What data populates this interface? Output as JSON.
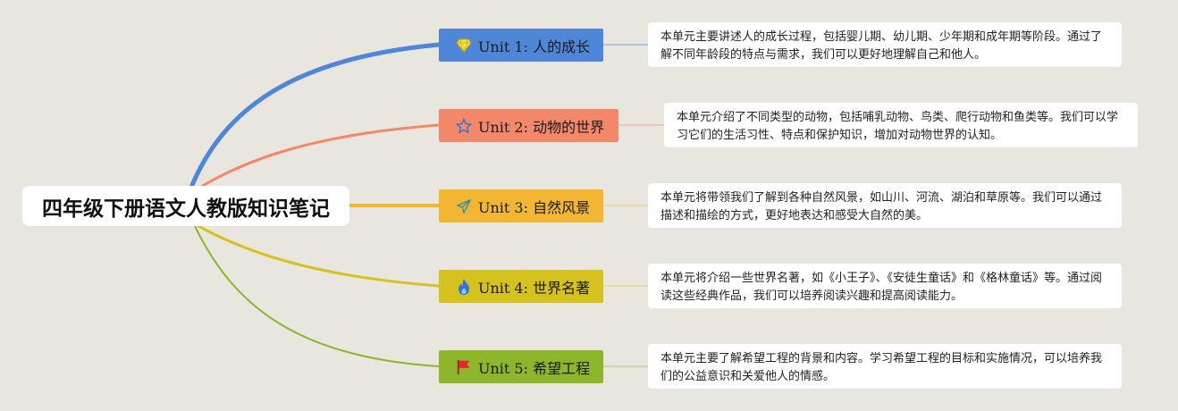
{
  "root": {
    "title": "四年级下册语文人教版知识笔记"
  },
  "colors": {
    "background": "#e8e6df",
    "unit1": "#4f86d8",
    "unit2": "#f2876a",
    "unit3": "#f2b632",
    "unit4": "#d6c21e",
    "unit5": "#8db62a"
  },
  "units": [
    {
      "label": "Unit 1: 人的成长",
      "icon": "diamond-icon",
      "description": "本单元主要讲述人的成长过程，包括婴儿期、幼儿期、少年期和成年期等阶段。通过了解不同年龄段的特点与需求，我们可以更好地理解自己和他人。"
    },
    {
      "label": "Unit 2: 动物的世界",
      "icon": "star-icon",
      "description": "本单元介绍了不同类型的动物，包括哺乳动物、鸟类、爬行动物和鱼类等。我们可以学习它们的生活习性、特点和保护知识，增加对动物世界的认知。"
    },
    {
      "label": "Unit 3: 自然风景",
      "icon": "paper-plane-icon",
      "description": "本单元将带领我们了解到各种自然风景，如山川、河流、湖泊和草原等。我们可以通过描述和描绘的方式，更好地表达和感受大自然的美。"
    },
    {
      "label": "Unit 4: 世界名著",
      "icon": "flame-icon",
      "description": "本单元将介绍一些世界名著，如《小王子》、《安徒生童话》和《格林童话》等。通过阅读这些经典作品，我们可以培养阅读兴趣和提高阅读能力。"
    },
    {
      "label": "Unit 5: 希望工程",
      "icon": "flag-icon",
      "description": "本单元主要了解希望工程的背景和内容。学习希望工程的目标和实施情况，可以培养我们的公益意识和关爱他人的情感。"
    }
  ]
}
